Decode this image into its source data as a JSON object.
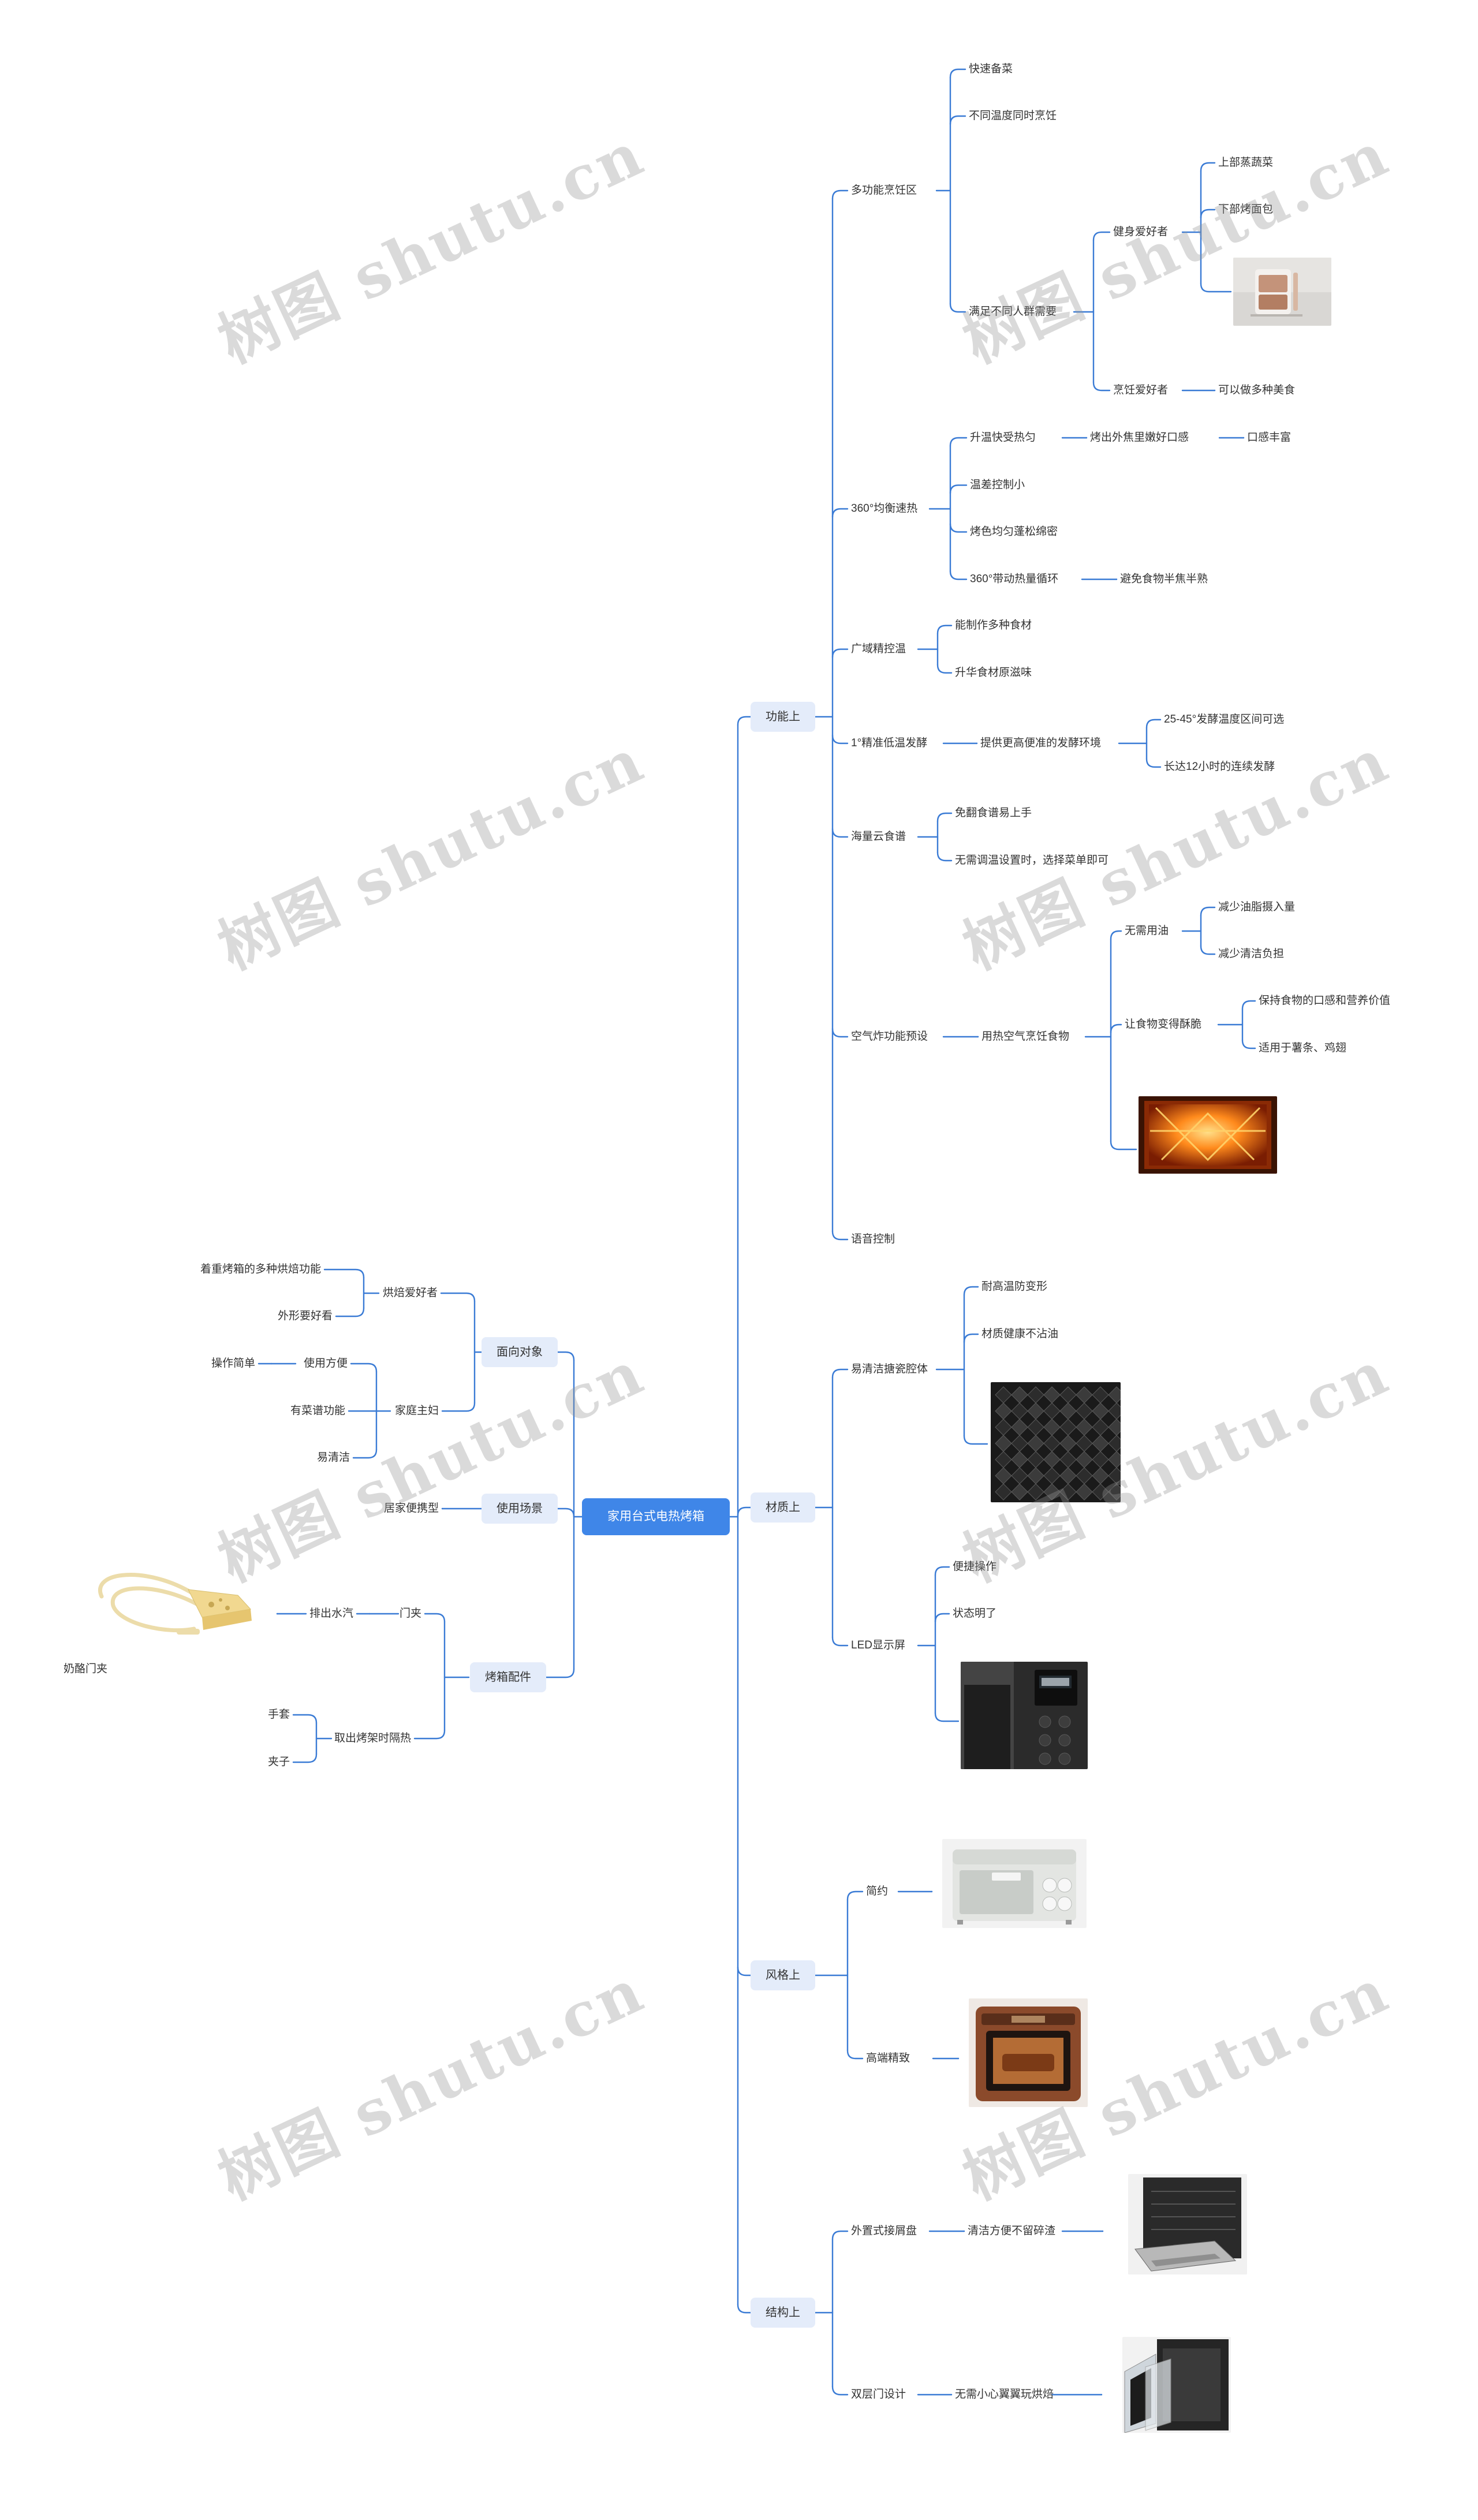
{
  "watermark": "树图 shutu.cn",
  "colors": {
    "line": "#3a7bd5",
    "root_bg": "#3f86e8",
    "category_bg": "#e4ecfa",
    "text": "#333333"
  },
  "root": "家用台式电热烤箱",
  "right": {
    "function": {
      "label": "功能上",
      "multi_zone": {
        "label": "多功能烹饪区",
        "fast_prep": "快速备菜",
        "diff_temp": "不同温度同时烹饪",
        "needs": {
          "label": "满足不同人群需要",
          "fitness": {
            "label": "健身爱好者",
            "top": "上部蒸蔬菜",
            "bottom": "下部烤面包"
          },
          "cooking": {
            "label": "烹饪爱好者",
            "child": "可以做多种美食"
          }
        }
      },
      "heat360": {
        "label": "360°均衡速热",
        "fast": "升温快受热匀",
        "crisp": "烤出外焦里嫩好口感",
        "taste": "口感丰富",
        "small_diff": "温差控制小",
        "even_color": "烤色均匀蓬松绵密",
        "circulation": "360°带动热量循环",
        "avoid": "避免食物半焦半熟"
      },
      "wide_temp": {
        "label": "广域精控温",
        "many": "能制作多种食材",
        "flavor": "升华食材原滋味"
      },
      "ferment": {
        "label": "1°精准低温发酵",
        "env": "提供更高便准的发酵环境",
        "range": "25-45°发酵温度区间可选",
        "long": "长达12小时的连续发酵"
      },
      "cloud": {
        "label": "海量云食谱",
        "easy": "免翻食谱易上手",
        "no_setting": "无需调温设置时，选择菜单即可"
      },
      "airfry": {
        "label": "空气炸功能预设",
        "hot_air": "用热空气烹饪食物",
        "no_oil": "无需用油",
        "less_fat": "减少油脂摄入量",
        "less_clean": "减少清洁负担",
        "crispy": "让食物变得酥脆",
        "nutrition": "保持食物的口感和营养价值",
        "suitable": "适用于薯条、鸡翅"
      },
      "voice": "语音控制"
    },
    "material": {
      "label": "材质上",
      "enamel": {
        "label": "易清洁搪瓷腔体",
        "heat": "耐高温防变形",
        "healthy": "材质健康不沾油"
      },
      "led": {
        "label": "LED显示屏",
        "easy": "便捷操作",
        "clear": "状态明了"
      }
    },
    "style": {
      "label": "风格上",
      "simple": "简约",
      "premium": "高端精致"
    },
    "structure": {
      "label": "结构上",
      "tray": {
        "label": "外置式接屑盘",
        "child": "清洁方便不留碎渣"
      },
      "door": {
        "label": "双层门设计",
        "child": "无需小心翼翼玩烘焙"
      }
    }
  },
  "left": {
    "target": {
      "label": "面向对象",
      "bakers": {
        "label": "烘焙爱好者",
        "func": "着重烤箱的多种烘焙功能",
        "look": "外形要好看"
      },
      "home": {
        "label": "家庭主妇",
        "easy": "使用方便",
        "simple_op": "操作简单",
        "recipes": "有菜谱功能",
        "clean": "易清洁"
      }
    },
    "scene": {
      "label": "使用场景",
      "child": "居家便携型"
    },
    "accessory": {
      "label": "烤箱配件",
      "clip": {
        "label": "门夹",
        "steam": "排出水汽",
        "caption": "奶酪门夹"
      },
      "lift": {
        "label": "取出烤架时隔热",
        "glove": "手套",
        "tong": "夹子"
      }
    }
  }
}
